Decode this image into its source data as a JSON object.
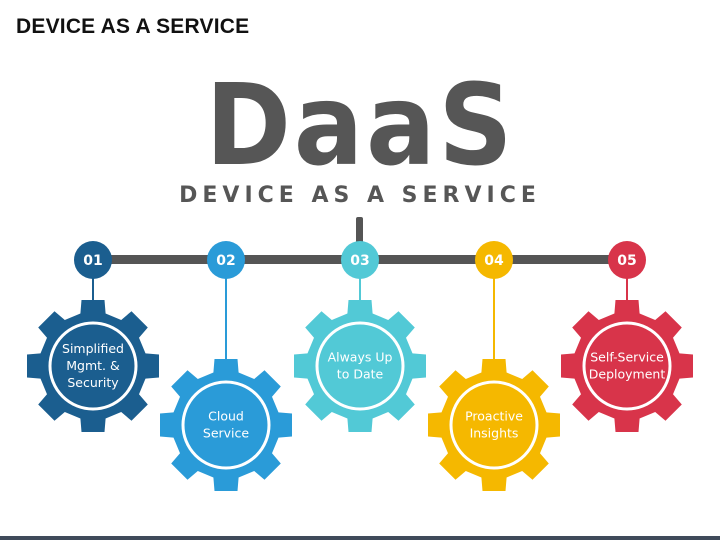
{
  "title": "DEVICE AS A SERVICE",
  "hero": {
    "word": "DaaS",
    "subtitle": "DEVICE AS A SERVICE"
  },
  "steps": [
    {
      "number": "01",
      "lines": [
        "Simplified",
        "Mgmt. &",
        "Security"
      ],
      "color": "#1B5E8F"
    },
    {
      "number": "02",
      "lines": [
        "Cloud",
        "Service"
      ],
      "color": "#2A9BD8"
    },
    {
      "number": "03",
      "lines": [
        "Always Up",
        "to Date"
      ],
      "color": "#52C9D6"
    },
    {
      "number": "04",
      "lines": [
        "Proactive",
        "Insights"
      ],
      "color": "#F5B800"
    },
    {
      "number": "05",
      "lines": [
        "Self-Service",
        "Deployment"
      ],
      "color": "#D8344A"
    }
  ],
  "colors": {
    "timeline": "#555555",
    "step_1_dark": "#0F4A75",
    "step_2_dark": "#1B7FB8",
    "step_3_dark": "#30AFBE",
    "step_4_dark": "#D99F00",
    "step_5_dark": "#A8222F"
  }
}
